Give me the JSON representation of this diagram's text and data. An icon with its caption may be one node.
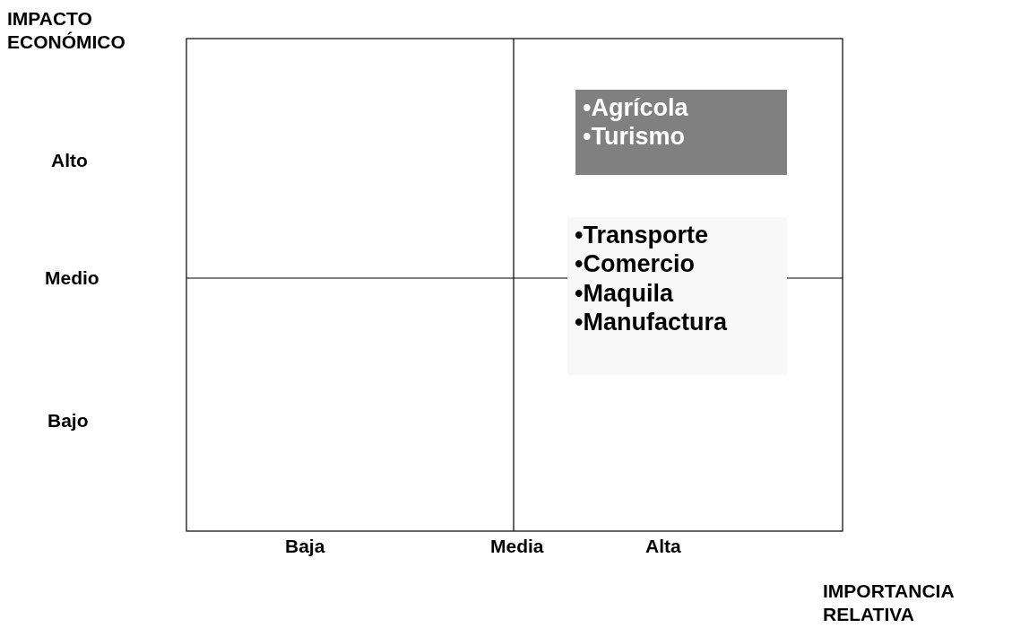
{
  "diagram": {
    "nodes": [
      {
        "text": [
          "•Agrícola",
          "•Turismo"
        ]
      },
      {
        "text": [
          "•Transporte",
          "•Comercio",
          "•Maquila",
          "•Manufactura"
        ]
      }
    ],
    "labels": [
      "IMPACTO ECONÓMICO",
      "Alto",
      "Medio",
      "Bajo",
      "Baja",
      "Media",
      "Alta",
      "IMPORTANCIA RELATIVA"
    ]
  }
}
